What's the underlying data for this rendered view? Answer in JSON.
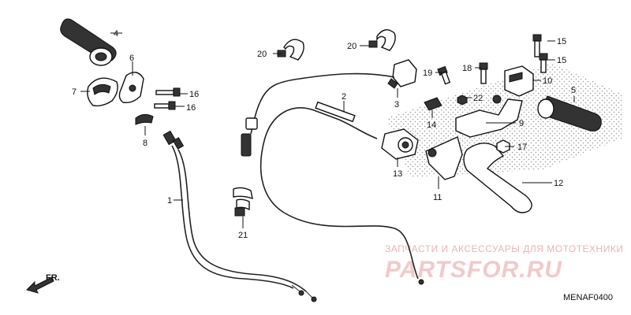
{
  "diagram": {
    "code": "MENAF0400",
    "direction_label": "FR.",
    "watermark": {
      "line1": "ЗАПЧАСТИ И АКСЕССУАРЫ ДЛЯ МОТОТЕХНИКИ",
      "line2": "PARTSFOR.RU"
    },
    "callouts": [
      {
        "id": "c1",
        "text": "1"
      },
      {
        "id": "c2",
        "text": "2"
      },
      {
        "id": "c3",
        "text": "3"
      },
      {
        "id": "c4",
        "text": "4"
      },
      {
        "id": "c5",
        "text": "5"
      },
      {
        "id": "c6",
        "text": "6"
      },
      {
        "id": "c7",
        "text": "7"
      },
      {
        "id": "c8",
        "text": "8"
      },
      {
        "id": "c9",
        "text": "9"
      },
      {
        "id": "c10",
        "text": "10"
      },
      {
        "id": "c11",
        "text": "11"
      },
      {
        "id": "c12",
        "text": "12"
      },
      {
        "id": "c13",
        "text": "13"
      },
      {
        "id": "c14",
        "text": "14"
      },
      {
        "id": "c15a",
        "text": "15"
      },
      {
        "id": "c15b",
        "text": "15"
      },
      {
        "id": "c16a",
        "text": "16"
      },
      {
        "id": "c16b",
        "text": "16"
      },
      {
        "id": "c17",
        "text": "17"
      },
      {
        "id": "c18",
        "text": "18"
      },
      {
        "id": "c19",
        "text": "19"
      },
      {
        "id": "c20a",
        "text": "20"
      },
      {
        "id": "c20b",
        "text": "20"
      },
      {
        "id": "c21",
        "text": "21"
      },
      {
        "id": "c22",
        "text": "22"
      }
    ]
  }
}
